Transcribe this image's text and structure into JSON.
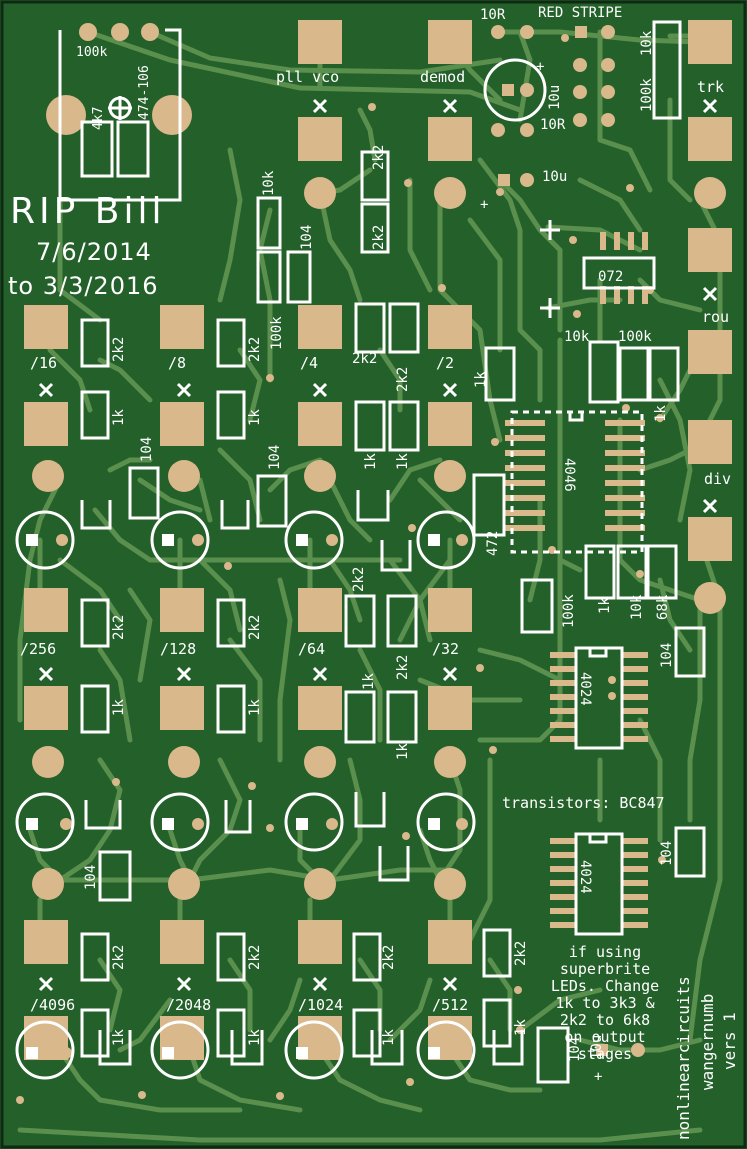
{
  "board": {
    "title": "RIP Bill",
    "date_from": "7/6/2014",
    "date_to": "to 3/3/2016",
    "maker": "nonlinearcircuits",
    "project": "wangernumb",
    "version": "vers 1",
    "transistor_note": "transistors: BC847",
    "led_note": [
      "if using",
      "superbrite",
      "LEDs. Change",
      "1k to 3k3 &",
      "2k2 to 6k8",
      "on output",
      "stages"
    ],
    "red_stripe": "RED STRIPE"
  },
  "colors": {
    "board": "#23602a",
    "trace": "#5a8f4e",
    "copper": "#d9b88c",
    "silk": "#ffffff"
  },
  "jacks": {
    "pll_vco": "pll vco",
    "demod": "demod",
    "trk": "trk",
    "rou": "rou",
    "div": "div"
  },
  "dividers": [
    "/16",
    "/8",
    "/4",
    "/2",
    "/256",
    "/128",
    "/64",
    "/32",
    "/4096",
    "/2048",
    "/1024",
    "/512"
  ],
  "ics": {
    "pll": "4046",
    "opamp": "072",
    "counter_a": "4024",
    "counter_b": "4024"
  },
  "parts": {
    "pot_100k": "100k",
    "pot_code": "474-106",
    "r_4k7": "4k7",
    "r_10r_a": "10R",
    "r_10r_b": "10R",
    "c_10u_a": "10u",
    "c_10u_b": "10u",
    "c_10u_c": "10u",
    "r_100k_top": "100k",
    "r_10k_top": "10k",
    "r_10k_a": "10k",
    "c_104_a": "104",
    "r_2k2_a": "2k2",
    "r_2k2_b": "2k2",
    "r_100k_a": "100k",
    "r_10k_b": "10k",
    "r_100k_b": "100k",
    "r_1k_a": "1k",
    "r_1k_b": "1k",
    "c_472": "472",
    "r_1k_c": "1k",
    "r_10k_c": "10k",
    "r_68k": "68k",
    "r_100k_c": "100k",
    "c_104_b": "104",
    "c_104_c": "104",
    "r_2k2_row1": [
      "2k2",
      "2k2",
      "2k2",
      "2k2"
    ],
    "r_1k_row1": [
      "1k",
      "1k",
      "1k",
      "1k"
    ],
    "c_104_row1": [
      "104",
      "104"
    ],
    "r_2k2_row2": [
      "2k2",
      "2k2",
      "2k2",
      "2k2"
    ],
    "r_1k_row2": [
      "1k",
      "1k",
      "1k",
      "1k"
    ],
    "c_104_row2": "104",
    "r_2k2_row3": [
      "2k2",
      "2k2",
      "2k2",
      "2k2"
    ],
    "r_1k_row3": [
      "1k",
      "1k",
      "1k",
      "1k"
    ],
    "c_104_d": "104",
    "c_10u_d": "10u",
    "plus_a": "+",
    "plus_b": "+",
    "plus_c": "+"
  }
}
